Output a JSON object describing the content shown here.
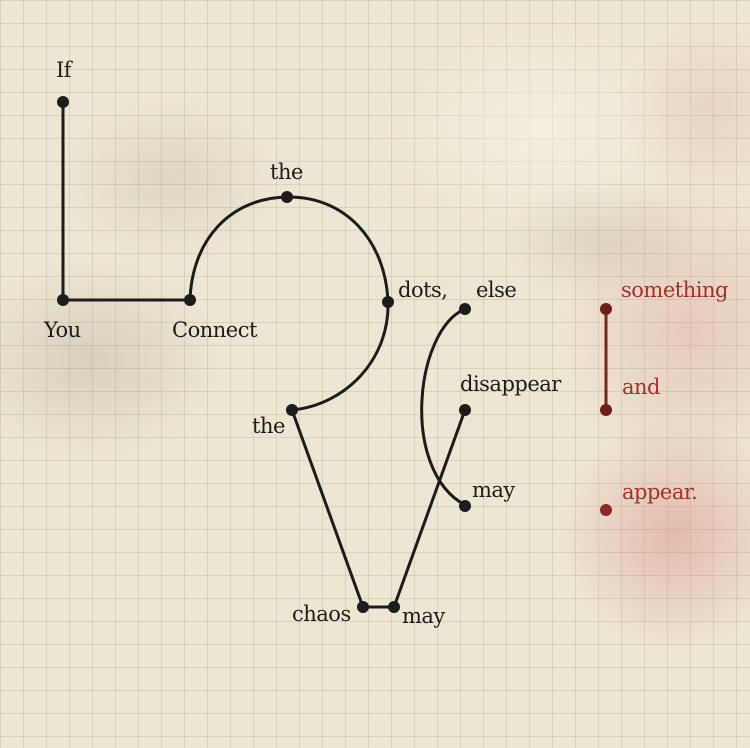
{
  "words": {
    "if": "If",
    "you": "You",
    "connect": "Connect",
    "the1": "the",
    "dots": "dots,",
    "the2": "the",
    "chaos": "chaos",
    "may1": "may",
    "disappear": "disappear",
    "else": "else",
    "may2": "may",
    "something": "something",
    "and": "and",
    "appear": "appear."
  },
  "colors": {
    "ink": "#1c1c1c",
    "red_ink": "#a0322d",
    "paper": "#ede6d2"
  }
}
